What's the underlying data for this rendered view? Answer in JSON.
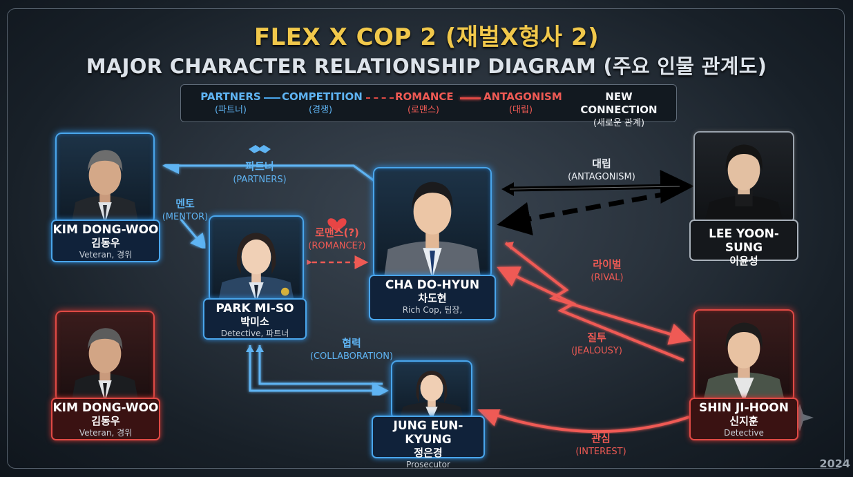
{
  "title": "FLEX X COP 2 (재벌X형사 2)",
  "subtitle": "MAJOR CHARACTER RELATIONSHIP DIAGRAM (주요 인물 관계도)",
  "legend": [
    {
      "label": "PARTNERS",
      "sub": "(파트너)",
      "color": "#4aa6ec"
    },
    {
      "label": "COMPETITION",
      "sub": "(경쟁)",
      "color": "#4aa6ec"
    },
    {
      "label": "ROMANCE",
      "sub": "(로맨스)",
      "color": "#e04a45"
    },
    {
      "label": "ANTAGONISM",
      "sub": "(대립)",
      "color": "#e04a45"
    },
    {
      "label": "NEW CONNECTION",
      "sub": "(새로운 관계)",
      "color": "#ffffff"
    }
  ],
  "characters": {
    "kim1": {
      "en": "KIM DONG-WOO",
      "ko": "김동우",
      "role": "Veteran, 경위"
    },
    "kim2": {
      "en": "KIM DONG-WOO",
      "ko": "김동우",
      "role": "Veteran, 경위"
    },
    "park": {
      "en": "PARK MI-SO",
      "ko": "박미소",
      "role": "Detective, 파트너"
    },
    "cha": {
      "en": "CHA DO-HYUN",
      "ko": "차도현",
      "role": "Rich Cop, 팀장,"
    },
    "lee": {
      "en": "LEE YOON-SUNG",
      "ko": "이윤성"
    },
    "shin": {
      "en": "SHIN JI-HOON",
      "ko": "신지훈",
      "role": "Detective"
    },
    "jung": {
      "en": "JUNG EUN-KYUNG",
      "ko": "정은경",
      "role": "Prosecutor"
    }
  },
  "relations": {
    "partners": {
      "ko": "파트너",
      "en": "(PARTNERS)"
    },
    "mentor": {
      "ko": "멘토",
      "en": "(MENTOR)"
    },
    "romance": {
      "ko": "로맨스(?)",
      "en": "(ROMANCE?)"
    },
    "antagonism": {
      "ko": "대립",
      "en": "(ANTAGONISM)"
    },
    "rival": {
      "ko": "라이벌",
      "en": "(RIVAL)"
    },
    "jealousy": {
      "ko": "질투",
      "en": "(JEALOUSY)"
    },
    "collaboration": {
      "ko": "협력",
      "en": "(COLLABORATION)"
    },
    "interest": {
      "ko": "관심",
      "en": "(INTEREST)"
    }
  },
  "colors": {
    "blue": "#4aa6ec",
    "red": "#e04a45",
    "gold": "#f1c84b"
  },
  "year": "2024"
}
